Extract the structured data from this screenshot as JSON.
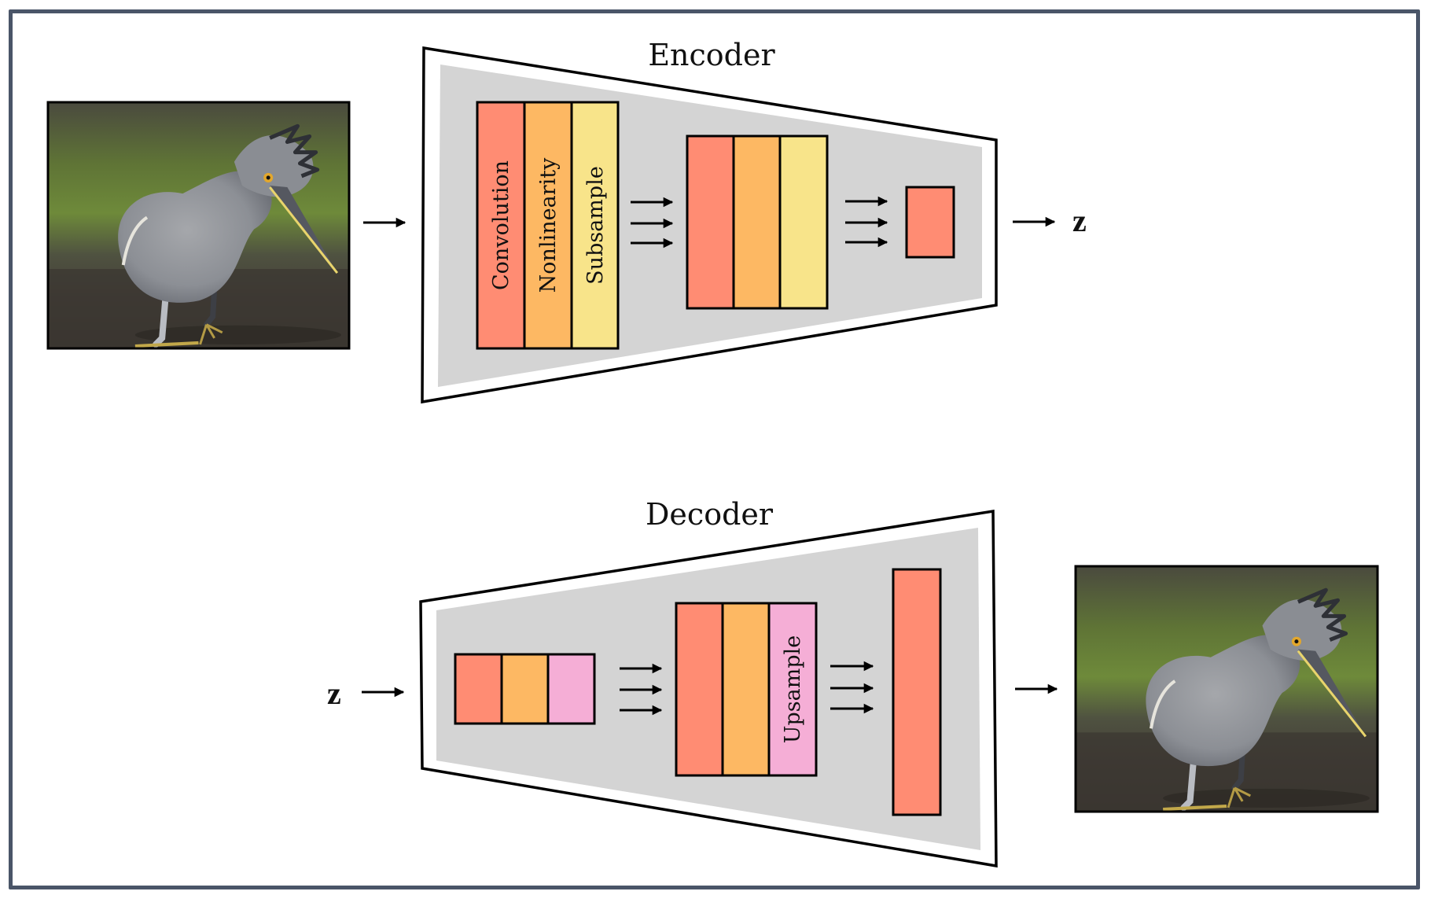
{
  "encoder": {
    "title": "Encoder",
    "block1_labels": [
      "Convolution",
      "Nonlinearity",
      "Subsample"
    ],
    "output_label": "z"
  },
  "decoder": {
    "title": "Decoder",
    "input_label": "z",
    "block2_labels": [
      "",
      "",
      "Upsample"
    ]
  },
  "images": {
    "input": "input-bird-photo",
    "output": "reconstructed-bird-photo"
  },
  "colors": {
    "convolution": "#ff8c73",
    "nonlinearity": "#fdb863",
    "subsample": "#f8e48a",
    "upsample": "#f5aed6",
    "network_fill": "#d4d4d4",
    "frame": "#4a5568"
  }
}
